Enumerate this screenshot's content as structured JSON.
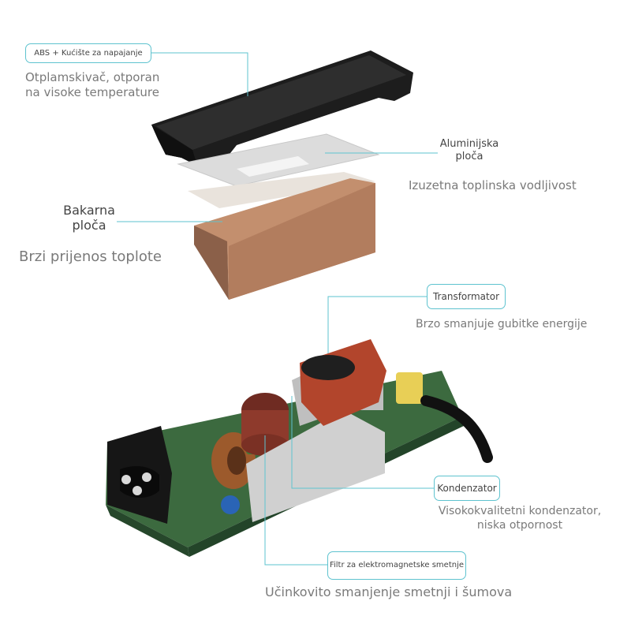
{
  "callouts": {
    "housing": {
      "label": "ABS + Kućište za napajanje",
      "description": "Otplamskivač, otporan na visoke temperature"
    },
    "aluminum": {
      "label": "Aluminijska ploča",
      "description": "Izuzetna toplinska vodljivost"
    },
    "copper": {
      "label": "Bakarna ploča",
      "description": "Brzi prijenos toplote"
    },
    "transformer": {
      "label": "Transformator",
      "description": "Brzo smanjuje gubitke energije"
    },
    "capacitor": {
      "label": "Kondenzator",
      "description": "Visokokvalitetni kondenzator, niska otpornost"
    },
    "emi_filter": {
      "label": "Filtr za elektromagnetske smetnje",
      "description": "Učinkovito smanjenje smetnji i šumova"
    }
  },
  "colors": {
    "callout_line": "#5ec3cf",
    "housing": "#1d1d1d",
    "aluminum": "#d9d9d9",
    "copper": "#c38f6e",
    "pcb": "#3c6a3f",
    "transformer": "#b2452c",
    "capacitor": "#8e3a2c",
    "y_capacitor": "#2a64b6",
    "x_capacitor": "#e8cf56",
    "coil": "#9c5a2c"
  }
}
